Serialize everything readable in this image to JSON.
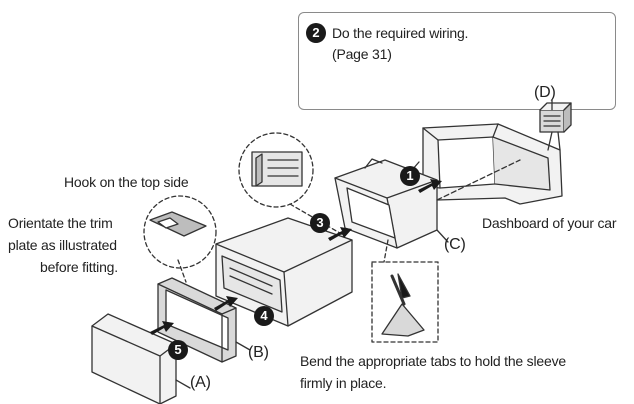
{
  "callout": {
    "step": "2",
    "line1": "Do the required wiring.",
    "line2": "(Page 31)"
  },
  "steps": {
    "s1": "1",
    "s3": "3",
    "s4": "4",
    "s5": "5"
  },
  "labels": {
    "D": "(D)",
    "C": "(C)",
    "B": "(B)",
    "A": "(A)",
    "hook": "Hook on the top side",
    "orient1": "Orientate the trim",
    "orient2": "plate as illustrated",
    "orient3": "before fitting.",
    "dashboard": "Dashboard of your car",
    "bend1": "Bend the appropriate tabs to hold the sleeve",
    "bend2": "firmly in place."
  },
  "colors": {
    "line": "#333333",
    "fill_light": "#f2f2f2",
    "fill_mid": "#d9d9d9",
    "fill_dark": "#9a9a9a",
    "step_badge": "#1a1a1a"
  }
}
